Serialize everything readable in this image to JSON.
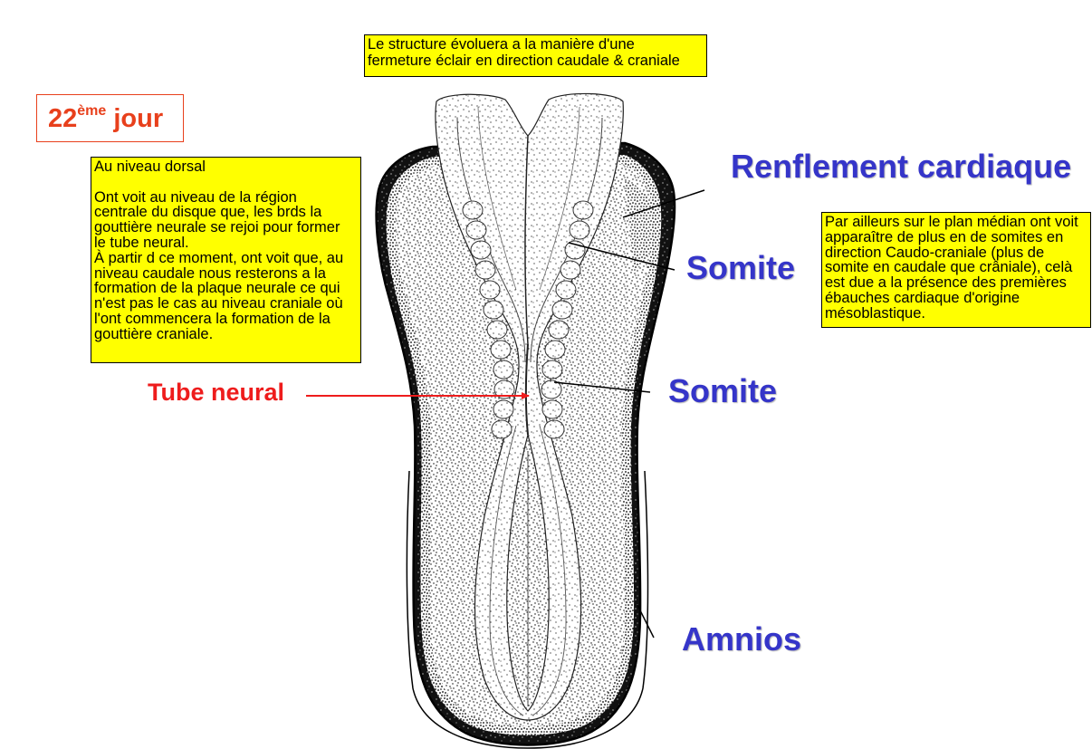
{
  "slide": {
    "day": {
      "number": "22",
      "suffix": "ème",
      "word": "jour"
    },
    "top_note": {
      "lines": [
        "Le structure évoluera a la manière d'une",
        "fermeture éclair en direction caudale & craniale"
      ]
    },
    "left_note": {
      "heading": "Au niveau dorsal",
      "lines": [
        "Ont voit au niveau de la région",
        "centrale du disque que, les brds la",
        "gouttière neurale se rejoi pour former",
        "le tube neural.",
        "À partir d ce moment, ont voit que, au",
        "niveau caudale nous resterons a la",
        "formation de la plaque neurale ce qui",
        "n'est pas le cas au niveau craniale où",
        "l'ont commencera la formation de la",
        "gouttière craniale."
      ]
    },
    "right_note": {
      "lines": [
        "Par ailleurs sur le plan médian ont voit",
        "apparaître de plus en de somites en",
        "direction Caudo-craniale (plus de",
        "somite en caudale que crâniale), celà",
        "est due a la présence des premières",
        "ébauches cardiaque d'origine",
        "mésoblastique."
      ]
    },
    "labels": {
      "renflement": "Renflement cardiaque",
      "somite_upper": "Somite",
      "somite_lower": "Somite",
      "amnios": "Amnios",
      "tube_neural": "Tube neural"
    },
    "colors": {
      "label_blue": "#3535c9",
      "label_red": "#ee1c1c",
      "day_red": "#e8401c",
      "note_bg": "#ffff00"
    }
  }
}
